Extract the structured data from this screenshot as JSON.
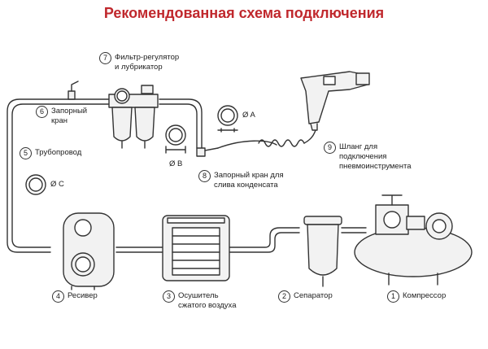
{
  "title": "Рекомендованная схема подключения",
  "items": {
    "compressor": {
      "num": "1",
      "label": "Компрессор"
    },
    "separator": {
      "num": "2",
      "label": "Сепаратор"
    },
    "dryer": {
      "num": "3",
      "label": "Осушитель\nсжатого воздуха"
    },
    "receiver": {
      "num": "4",
      "label": "Ресивер"
    },
    "pipeline": {
      "num": "5",
      "label": "Трубопровод"
    },
    "shutoff_valve": {
      "num": "6",
      "label": "Запорный\nкран"
    },
    "filter_regulator": {
      "num": "7",
      "label": "Фильтр-регулятор\nи лубрикатор"
    },
    "drain_valve": {
      "num": "8",
      "label": "Запорный кран для\nслива конденсата"
    },
    "hose": {
      "num": "9",
      "label": "Шланг для\nподключения\nпневмоинструмента"
    }
  },
  "diameters": {
    "a": "Ø A",
    "b": "Ø B",
    "c": "Ø C"
  },
  "colors": {
    "title": "#c0282d",
    "line": "#333333",
    "fill": "#f2f2f2"
  }
}
